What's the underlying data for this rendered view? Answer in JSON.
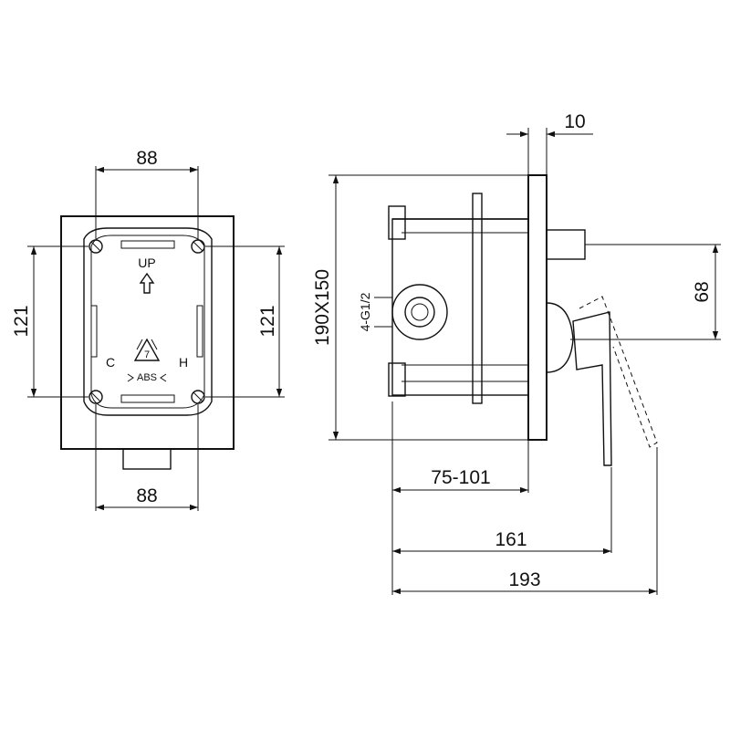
{
  "front_view": {
    "dim_top": "88",
    "dim_bottom": "88",
    "dim_left": "121",
    "dim_right": "121",
    "label_up": "UP",
    "label_cold": "C",
    "label_hot": "H",
    "recycle_number": "7",
    "recycle_material": "ABS"
  },
  "side_view": {
    "dim_wall": "10",
    "dim_box": "190X150",
    "dim_outlet_height": "68",
    "dim_thread": "4-G1/2",
    "dim_depth_range": "75-101",
    "dim_handle_depth": "161",
    "dim_total_depth": "193"
  }
}
